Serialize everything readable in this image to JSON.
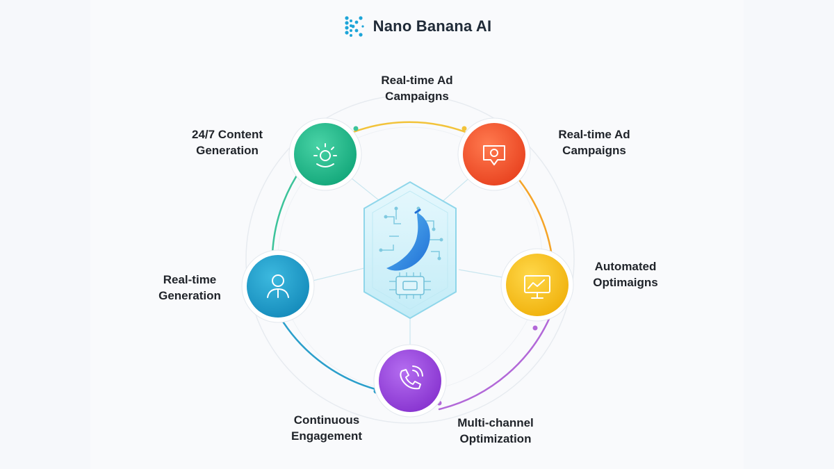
{
  "brand": {
    "name": "Nano Banana AI",
    "logo_icon": "k-dots-logo-icon",
    "logo_color": "#1ea5d8"
  },
  "hub": {
    "icon": "banana-circuit-chip-icon",
    "color": "#b8e8f5"
  },
  "ring_colors": [
    "#3fc39a",
    "#f5b027",
    "#f2c12e",
    "#a25de0",
    "#2aa8cf"
  ],
  "nodes": [
    {
      "id": "content-generation",
      "line1": "24/7 Content",
      "line2": "Generation",
      "icon": "robot-icon",
      "color": "#22b98a"
    },
    {
      "id": "ad-campaigns",
      "line1": "Real-time Ad",
      "line2": "Campaigns",
      "icon": "camera-pin-icon",
      "color": "#f0522c"
    },
    {
      "id": "automated-optimaigns",
      "line1": "Automated",
      "line2": "Optimaigns",
      "icon": "monitor-chart-icon",
      "color": "#f4be1a"
    },
    {
      "id": "multi-channel",
      "line1": "Multi-channel",
      "line2": "Optimization",
      "icon": "phone-call-icon",
      "color": "#9b44d8"
    },
    {
      "id": "continuous-engagement",
      "line1": "Continuous",
      "line2": "Engagement",
      "icon": "",
      "color": ""
    },
    {
      "id": "realtime-generation",
      "line1": "Real-time",
      "line2": "Generation",
      "icon": "person-icon",
      "color": "#1f9cc9"
    },
    {
      "id": "top-ad-campaigns",
      "line1": "Real-time Ad",
      "line2": "Campaigns",
      "icon": "",
      "color": ""
    }
  ]
}
